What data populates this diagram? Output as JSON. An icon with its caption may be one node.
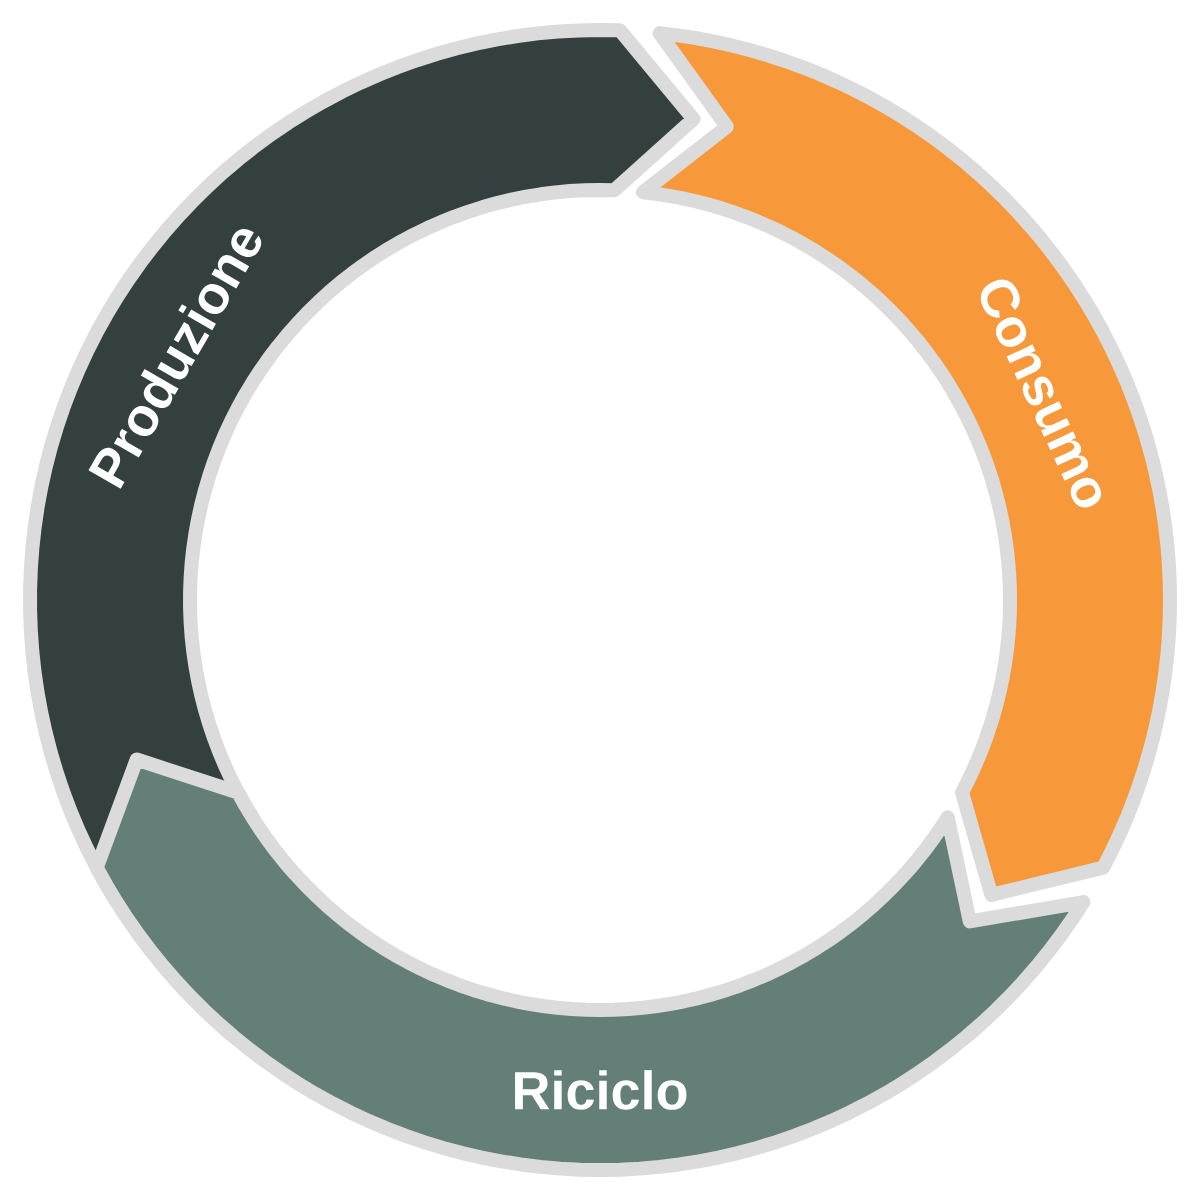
{
  "diagram": {
    "nodes": [
      {
        "text": [
          "Produzione"
        ]
      },
      {
        "text": [
          "Consumo"
        ]
      },
      {
        "text": [
          "Riciclo"
        ]
      }
    ]
  }
}
